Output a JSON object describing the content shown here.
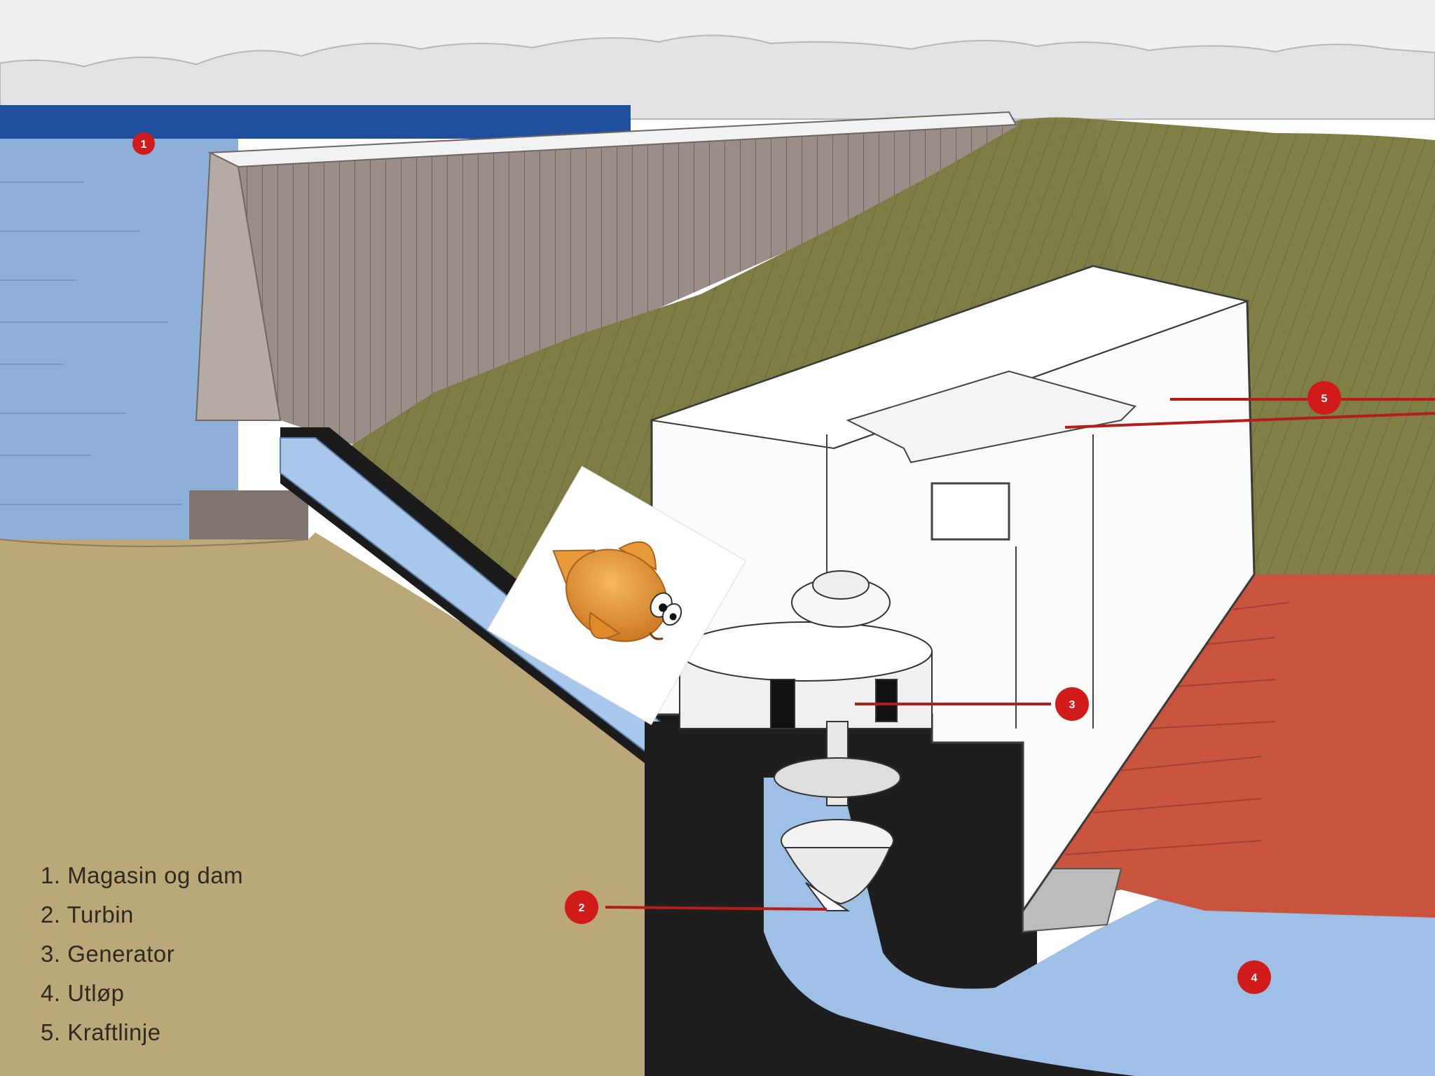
{
  "legend": {
    "items": [
      "1. Magasin og dam",
      "2. Turbin",
      "3. Generator",
      "4. Utløp",
      "5. Kraftlinje"
    ]
  },
  "markers": [
    {
      "id": "1",
      "label": "1"
    },
    {
      "id": "2",
      "label": "2"
    },
    {
      "id": "3",
      "label": "3"
    },
    {
      "id": "4",
      "label": "4"
    },
    {
      "id": "5",
      "label": "5"
    }
  ],
  "colors": {
    "sky": "#eeeeee",
    "reservoir_water": "#8fb0d8",
    "reservoir_surface": "#1d4d9c",
    "dam_wall": "#9a8c86",
    "hillside": "#7b7a42",
    "ground": "#bba778",
    "powerhouse": "#fbfbfb",
    "tunnel": "#1c1c1c",
    "penstock_water": "#a8c6ea",
    "outlet_water": "#9fc0e6",
    "roof_red": "#c8533d",
    "marker_red": "#d11b1b",
    "leader_line": "#b51c1c"
  },
  "sticker": {
    "icon": "fish-icon"
  }
}
